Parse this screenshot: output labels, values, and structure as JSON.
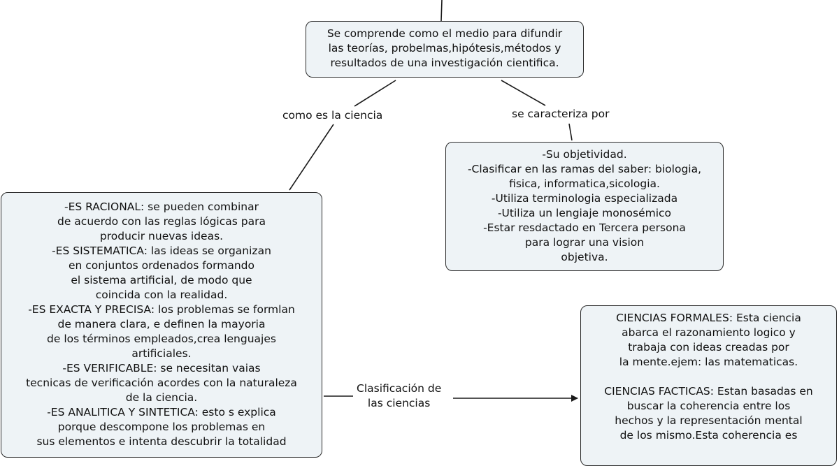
{
  "nodes": {
    "top": {
      "lines": [
        "Se comprende como el medio para difundir",
        "las teorías, probelmas,hipótesis,métodos y",
        "resultados de una investigación cientifica."
      ]
    },
    "right": {
      "lines": [
        "-Su objetividad.",
        "-Clasificar en las ramas del saber: biologia,",
        "fisica, informatica,sicologia.",
        "-Utiliza terminologia especializada",
        "-Utiliza un lengiaje monosémico",
        "-Estar resdactado en Tercera persona",
        "para lograr una vision",
        "objetiva."
      ]
    },
    "left": {
      "lines": [
        "-ES RACIONAL: se pueden combinar",
        "de acuerdo con las reglas lógicas para",
        "producir nuevas ideas.",
        "-ES SISTEMATICA: las ideas se organizan",
        "en conjuntos ordenados formando",
        "el sistema artificial, de modo que",
        "coincida con la realidad.",
        "-ES EXACTA Y PRECISA: los problemas se formlan",
        "de manera clara, e definen la mayoria",
        "de los términos empleados,crea lenguajes",
        "artificiales.",
        "-ES VERIFICABLE: se necesitan vaias",
        "tecnicas de verificación acordes con la naturaleza",
        "de la ciencia.",
        "-ES ANALITICA Y SINTETICA: esto s explica",
        "porque descompone los problemas en",
        "sus elementos e intenta descubrir la totalidad"
      ]
    },
    "bottom": {
      "lines": [
        "CIENCIAS FORMALES: Esta ciencia",
        "abarca el razonamiento logico y",
        "trabaja con ideas creadas por",
        "la mente.ejem: las matematicas.",
        "",
        "CIENCIAS FACTICAS: Estan basadas en",
        "buscar la coherencia entre los",
        "hechos y la representación mental",
        "de los mismo.Esta coherencia es"
      ]
    }
  },
  "labels": {
    "ciencia": {
      "lines": [
        "como es la ciencia"
      ]
    },
    "caracteriza": {
      "lines": [
        "se caracteriza por"
      ]
    },
    "clasificacion": {
      "lines": [
        "Clasificación de",
        "las ciencias"
      ]
    }
  },
  "colors": {
    "node_fill": "#eef3f6",
    "node_border": "#2a2a2a",
    "line": "#1a1a1a",
    "background": "#ffffff"
  }
}
